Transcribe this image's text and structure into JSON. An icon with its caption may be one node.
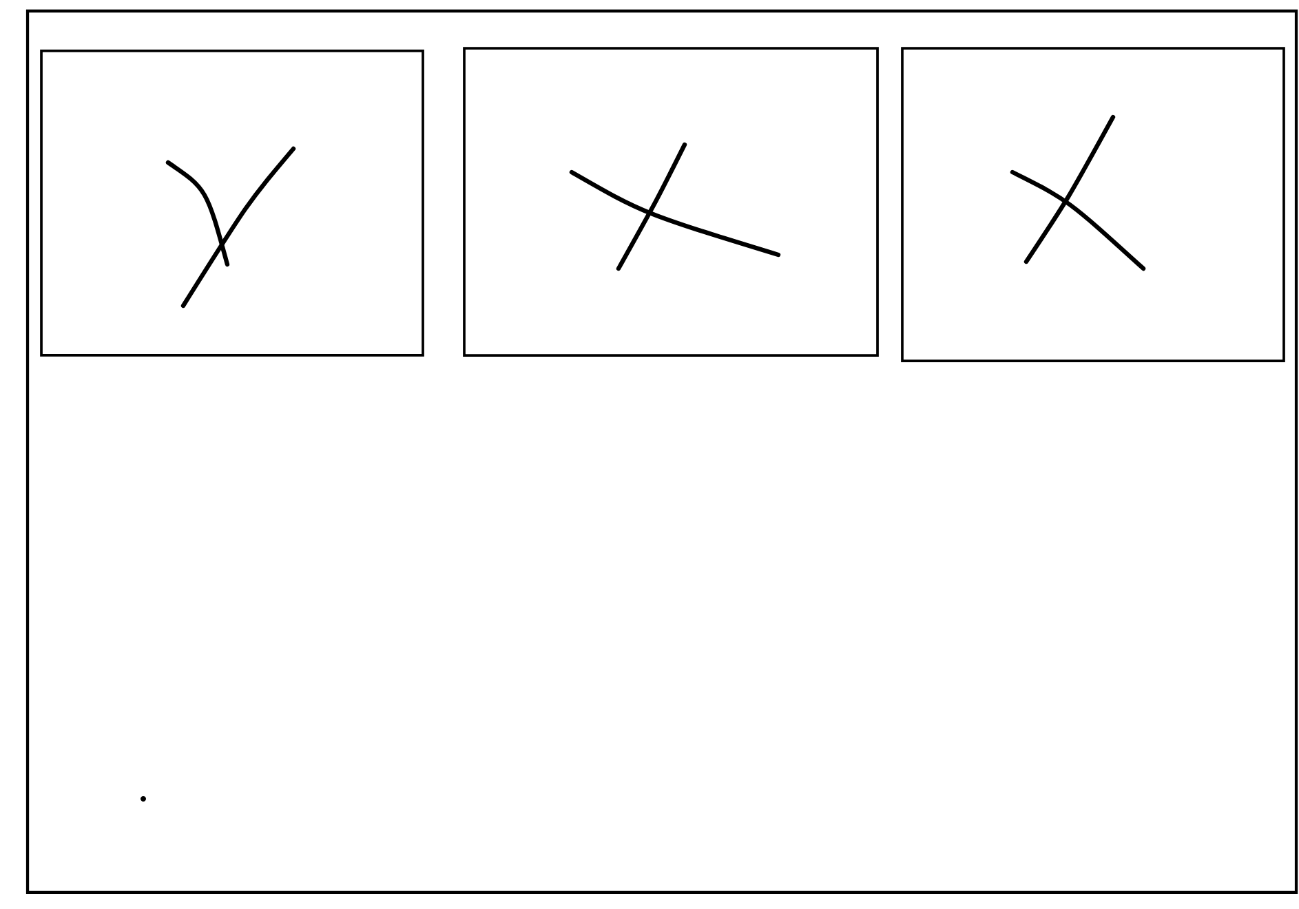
{
  "diagram": {
    "nodes": [
      {
        "text": [],
        "shape": "box"
      },
      {
        "text": [],
        "shape": "box",
        "in": 0
      },
      {
        "text": [],
        "shape": "box",
        "in": 0
      },
      {
        "text": [],
        "shape": "box",
        "in": 0
      }
    ]
  }
}
